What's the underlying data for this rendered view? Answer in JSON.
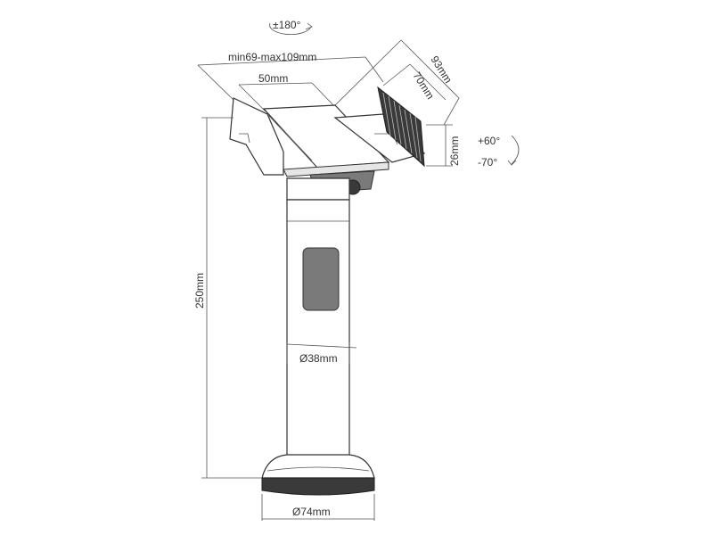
{
  "diagram": {
    "rotation_top": "±180°",
    "clamp_width": "min69-max109mm",
    "plate_width": "50mm",
    "arm_length": "93mm",
    "pad_length": "70mm",
    "pad_height": "26mm",
    "tilt_up": "+60°",
    "tilt_down": "-70°",
    "height": "250mm",
    "pole_diameter": "Ø38mm",
    "base_diameter": "Ø74mm"
  }
}
